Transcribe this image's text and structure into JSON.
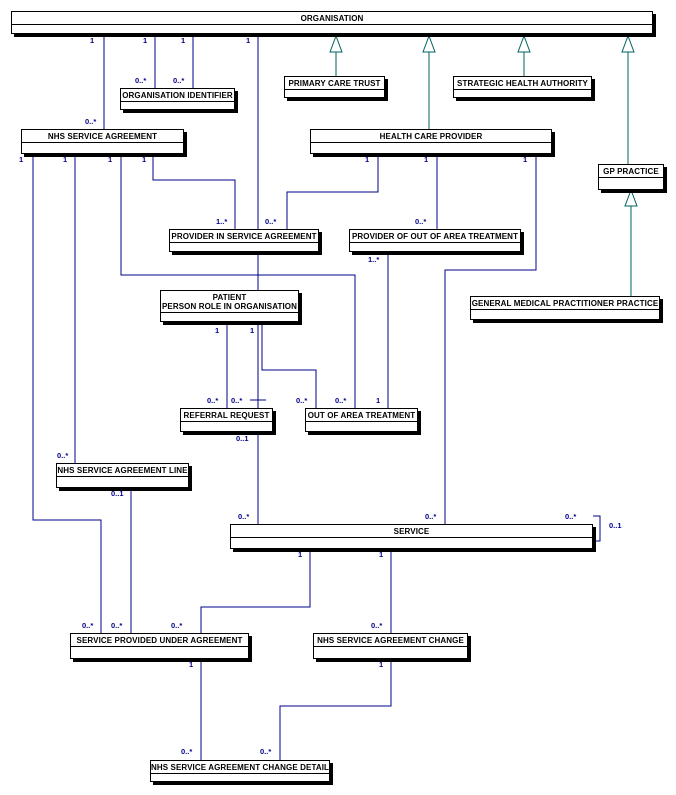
{
  "colors": {
    "association": "#00008B",
    "generalization": "#006060",
    "box_border": "#000000"
  },
  "entities": {
    "organisation": "ORGANISATION",
    "organisation_identifier": "ORGANISATION IDENTIFIER",
    "primary_care_trust": "PRIMARY CARE TRUST",
    "strategic_health_authority": "STRATEGIC HEALTH AUTHORITY",
    "nhs_service_agreement": "NHS SERVICE AGREEMENT",
    "health_care_provider": "HEALTH CARE PROVIDER",
    "gp_practice": "GP PRACTICE",
    "provider_in_service_agreement": "PROVIDER IN SERVICE AGREEMENT",
    "provider_of_out_of_area_treatment": "PROVIDER OF OUT OF AREA TREATMENT",
    "patient_line1": "PATIENT",
    "patient_line2": "PERSON ROLE IN ORGANISATION",
    "general_medical_practitioner_practice": "GENERAL MEDICAL PRACTITIONER PRACTICE",
    "referral_request": "REFERRAL REQUEST",
    "out_of_area_treatment": "OUT OF AREA TREATMENT",
    "nhs_service_agreement_line": "NHS SERVICE AGREEMENT LINE",
    "service": "SERVICE",
    "service_provided_under_agreement": "SERVICE PROVIDED UNDER AGREEMENT",
    "nhs_service_agreement_change": "NHS SERVICE AGREEMENT CHANGE",
    "nhs_service_agreement_change_detail": "NHS SERVICE AGREEMENT CHANGE DETAIL"
  },
  "multiplicities": {
    "one": "1",
    "many": "0..*",
    "one_many": "1..*",
    "zero_one": "0..1"
  }
}
